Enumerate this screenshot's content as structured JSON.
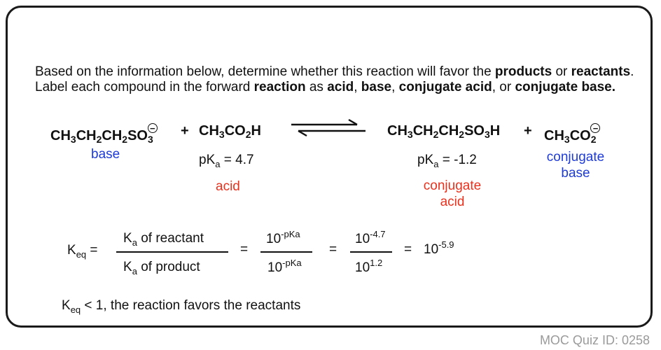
{
  "question": {
    "t1": "Based on the information below, determine whether this reaction will favor the ",
    "b1": "products",
    "t2": " or ",
    "b2": "reactants",
    "t3": ".  Label each compound in the forward ",
    "b3": "reaction",
    "t4": " as ",
    "b4": "acid",
    "t5": ", ",
    "b5": "base",
    "t6": ", ",
    "b6": "conjugate acid",
    "t7": ", or ",
    "b7": "conjugate base."
  },
  "reaction": {
    "r1": {
      "p1": "CH",
      "s1": "3",
      "p2": "CH",
      "s2": "2",
      "p3": "CH",
      "s3": "2",
      "p4": "SO",
      "s4": "3",
      "charge": "−",
      "label": "base"
    },
    "plus": "+",
    "r2": {
      "p1": "CH",
      "s1": "3",
      "p2": "CO",
      "s2": "2",
      "p3": "H",
      "pka": {
        "pre": "pK",
        "sub": "a",
        "post": " = 4.7"
      },
      "label": "acid"
    },
    "p1": {
      "p1": "CH",
      "s1": "3",
      "p2": "CH",
      "s2": "2",
      "p3": "CH",
      "s3": "2",
      "p4": "SO",
      "s4": "3",
      "p5": "H",
      "pka": {
        "pre": "pK",
        "sub": "a",
        "post": " = -1.2"
      },
      "label_1": "conjugate",
      "label_2": "acid"
    },
    "p2": {
      "p1": "CH",
      "s1": "3",
      "p2": "CO",
      "s2": "2",
      "charge": "−",
      "label_1": "conjugate",
      "label_2": "base"
    }
  },
  "keq": {
    "k": "K",
    "k_sub": "eq",
    "eq": " =",
    "frac1_num_k": "K",
    "frac1_num_sub": "a",
    "frac1_num_text": " of reactant",
    "frac1_den_k": "K",
    "frac1_den_sub": "a",
    "frac1_den_text": " of product",
    "eq2": "=",
    "frac2_num_base": "10",
    "frac2_num_exp": "-pKa",
    "frac2_den_base": "10",
    "frac2_den_exp": "-pKa",
    "eq3": "=",
    "frac3_num_base": "10",
    "frac3_num_exp": "-4.7",
    "frac3_den_base": "10",
    "frac3_den_exp": "1.2",
    "eq4": "=",
    "result_base": "10",
    "result_exp": "-5.9"
  },
  "conclusion": {
    "k": "K",
    "k_sub": "eq",
    "text": " < 1, the reaction favors the reactants"
  },
  "footer": "MOC Quiz ID: 0258"
}
